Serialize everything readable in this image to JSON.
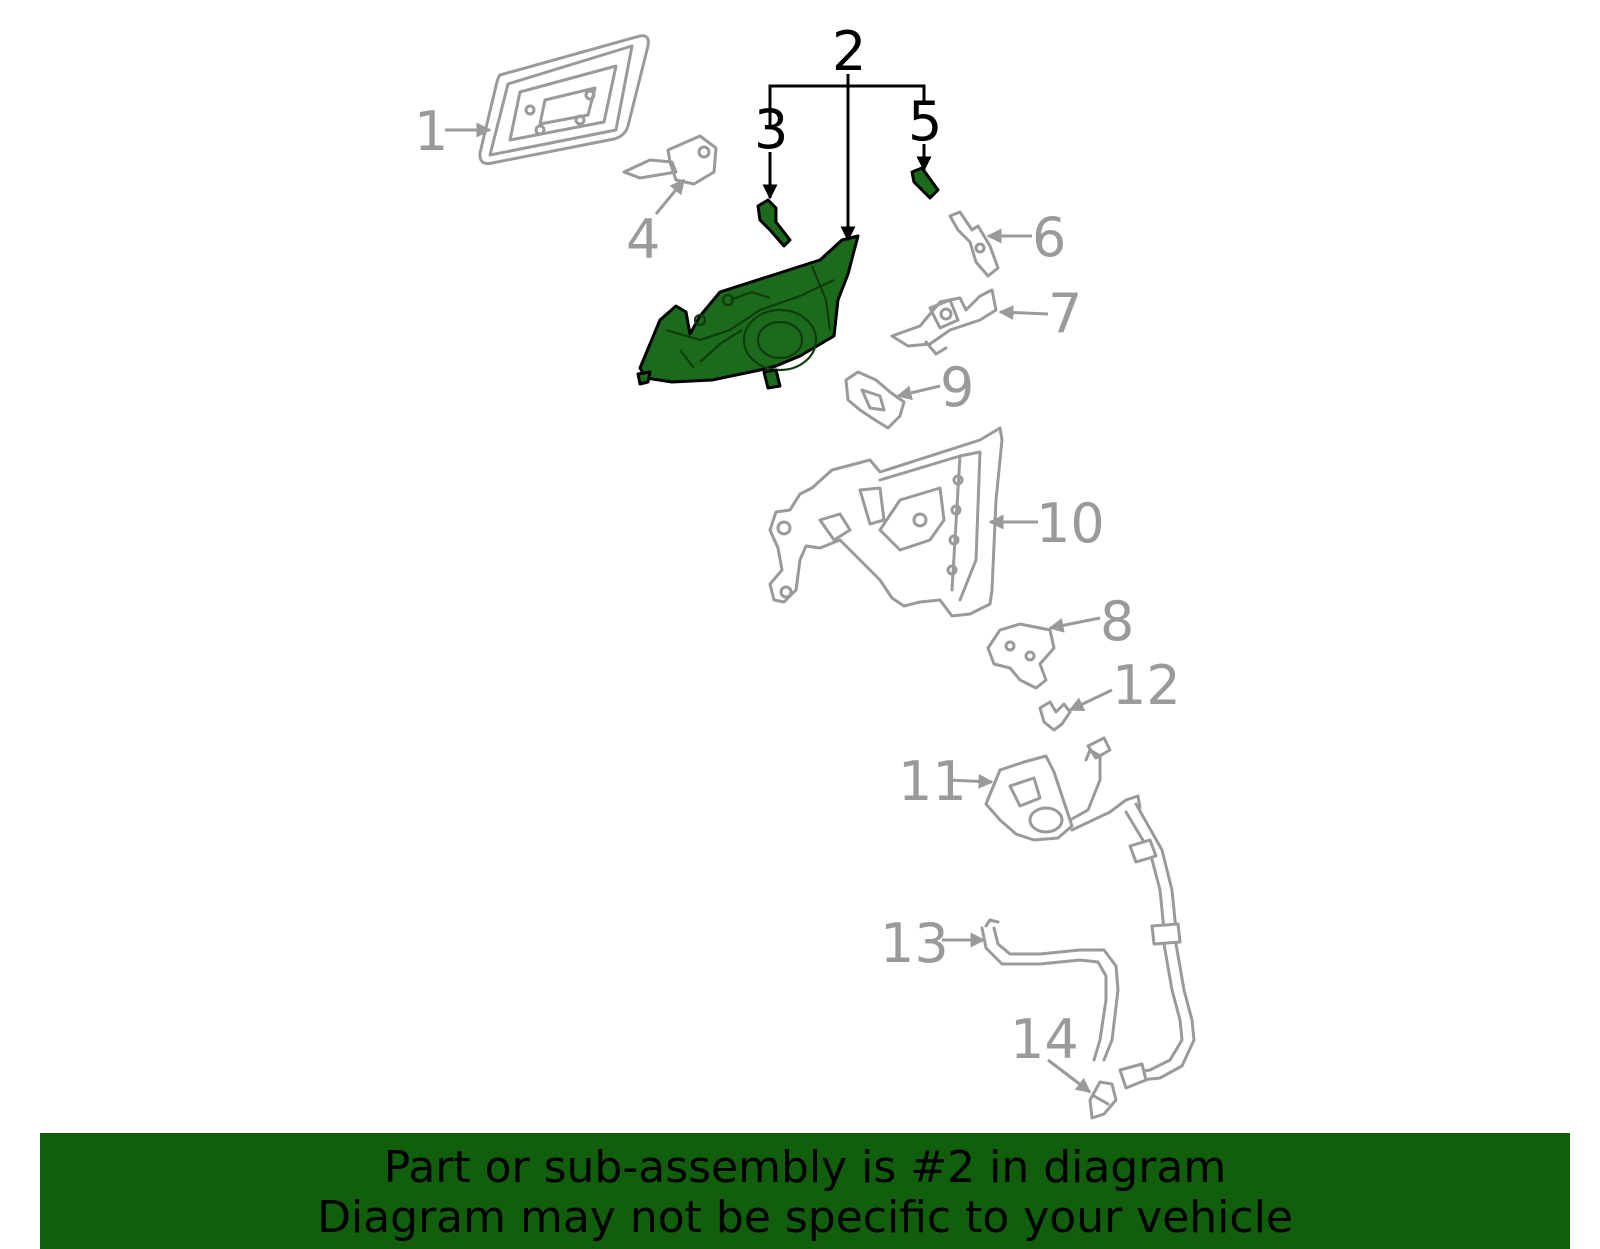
{
  "diagram": {
    "highlight_color": "#1c6b1c",
    "callouts": [
      {
        "id": "1",
        "label": "1",
        "style": "grey"
      },
      {
        "id": "2",
        "label": "2",
        "style": "dark"
      },
      {
        "id": "3",
        "label": "3",
        "style": "dark"
      },
      {
        "id": "4",
        "label": "4",
        "style": "grey"
      },
      {
        "id": "5",
        "label": "5",
        "style": "dark"
      },
      {
        "id": "6",
        "label": "6",
        "style": "grey"
      },
      {
        "id": "7",
        "label": "7",
        "style": "grey"
      },
      {
        "id": "8",
        "label": "8",
        "style": "grey"
      },
      {
        "id": "9",
        "label": "9",
        "style": "grey"
      },
      {
        "id": "10",
        "label": "10",
        "style": "grey"
      },
      {
        "id": "11",
        "label": "11",
        "style": "grey"
      },
      {
        "id": "12",
        "label": "12",
        "style": "grey"
      },
      {
        "id": "13",
        "label": "13",
        "style": "grey"
      },
      {
        "id": "14",
        "label": "14",
        "style": "grey"
      }
    ]
  },
  "banner": {
    "line1": "Part or sub-assembly is #2 in diagram",
    "line2": "Diagram may not be specific to your vehicle",
    "background": "#115e0c"
  }
}
